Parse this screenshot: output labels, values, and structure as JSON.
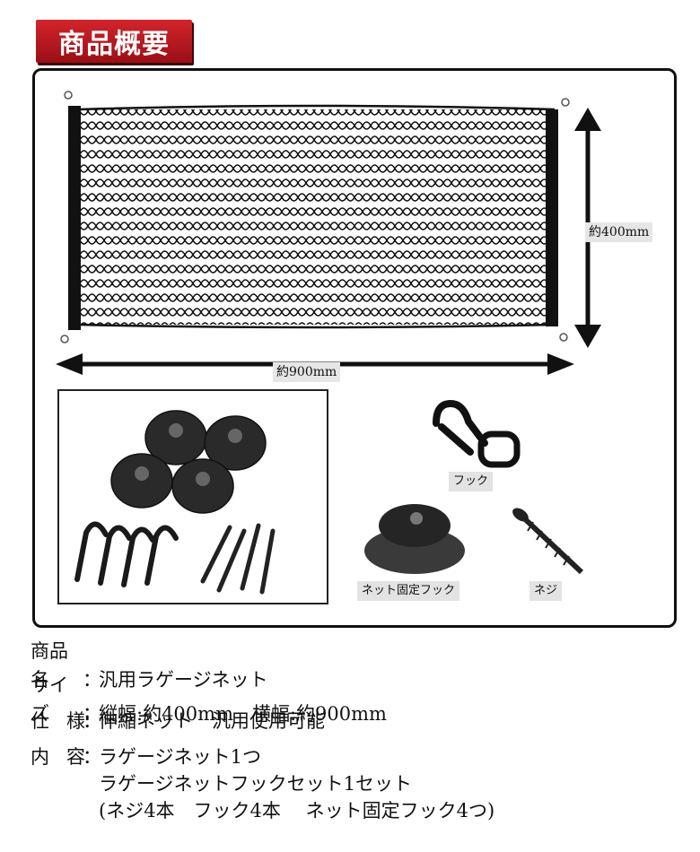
{
  "header": {
    "title": "商品概要"
  },
  "net_image": {
    "width_label": "約900mm",
    "height_label": "約400mm"
  },
  "parts": {
    "hook_label": "フック",
    "anchor_label": "ネット固定フック",
    "screw_label": "ネジ"
  },
  "specs": {
    "name_key": "商品名",
    "name_value": "汎用ラゲージネット",
    "size_key": "サイズ",
    "size_value": "縦幅:約400mm　横幅:約900mm",
    "spec_key_1": "仕",
    "spec_key_2": "様",
    "spec_value": "伸縮ネット　汎用使用可能",
    "contents_key_1": "内",
    "contents_key_2": "容",
    "contents_line1": "ラゲージネット1つ",
    "contents_line2": "ラゲージネットフックセット1セット",
    "contents_line3": "(ネジ4本　フック4本　 ネット固定フック4つ)",
    "colon": "："
  }
}
